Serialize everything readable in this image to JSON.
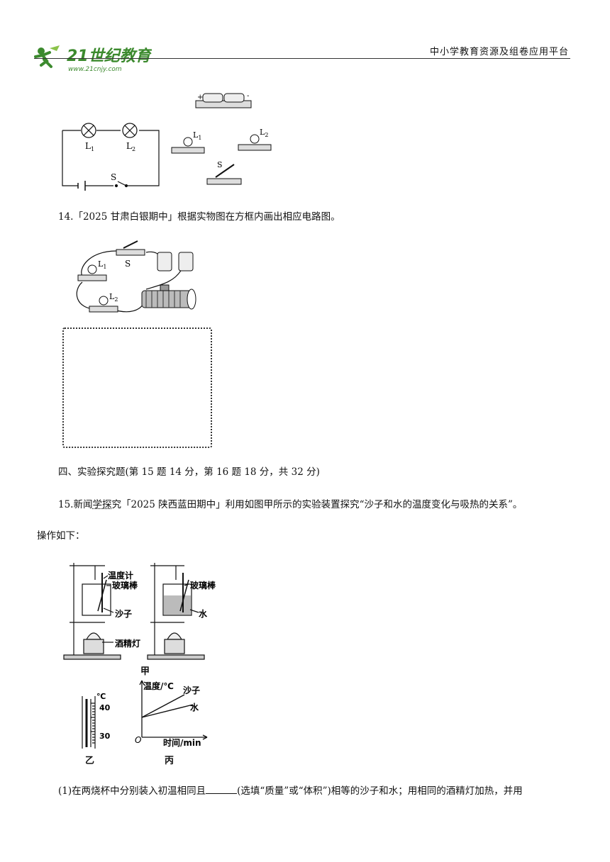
{
  "header": {
    "platform": "中小学教育资源及组卷应用平台",
    "logo_text": "21世纪教育",
    "logo_url_text": "www.21cnjy.com"
  },
  "fig13": {
    "labels": {
      "L1": "L",
      "L1_sub": "1",
      "L2": "L",
      "L2_sub": "2",
      "S": "S",
      "plus": "+",
      "minus": "-"
    }
  },
  "q14": {
    "text": "14.「2025 甘肃白银期中」根据实物图在方框内画出相应电路图。",
    "labels": {
      "S": "S",
      "L1": "L",
      "L1_sub": "1",
      "L2": "L",
      "L2_sub": "2"
    }
  },
  "section4": {
    "heading": "四、实验探究题(第 15 题 14 分，第 16 题 18 分，共 32 分)"
  },
  "q15": {
    "prefix": "15.新闻",
    "marked": "学探",
    "text": "究「2025 陕西蓝田期中」利用如图甲所示的实验装置探究“沙子和水的温度变化与吸热的关系”。",
    "operation": "操作如下：",
    "fig_jia": {
      "thermometer": "温度计",
      "glass_rod_1": "玻璃棒",
      "glass_rod_2": "玻璃棒",
      "sand": "沙子",
      "water": "水",
      "lamp": "酒精灯",
      "caption": "甲"
    },
    "fig_yi": {
      "unit": "℃",
      "tick_40": "40",
      "tick_30": "30",
      "caption": "乙"
    },
    "fig_bing": {
      "ylabel": "温度/℃",
      "xlabel": "时间/min",
      "origin": "O",
      "series_sand": "沙子",
      "series_water": "水",
      "caption": "丙"
    },
    "sub1_a": "(1)在两烧杯中分别装入初温相同且",
    "sub1_b": "(选填“质量”或“体积”)相等的沙子和水；用相同的酒精灯加热，并用"
  },
  "colors": {
    "logo_green": "#3c8a2e",
    "ink": "#111111"
  }
}
